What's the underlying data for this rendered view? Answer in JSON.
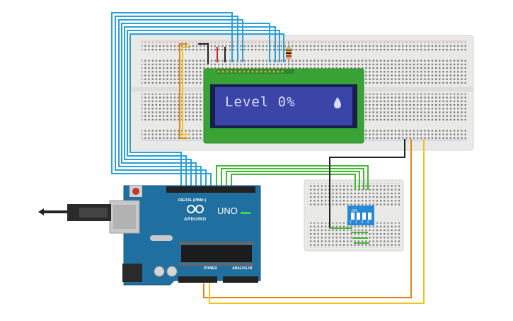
{
  "lcd": {
    "text": "Level 0%",
    "icon": "water-drop-icon",
    "backlight": "#3b45a8"
  },
  "arduino": {
    "model": "UNO",
    "brand": "ARDUINO",
    "header_digital": "DIGITAL (PWM~)",
    "header_power": "POWER",
    "header_analog": "ANALOG IN"
  },
  "dip_switch": {
    "label": "ON",
    "positions": "1 2 3 4"
  },
  "colors": {
    "breadboard": "#e8e8e6",
    "arduino_board": "#1f6fa0",
    "lcd_pcb": "#3aa336",
    "wire_blue": "#2aa0d8",
    "wire_green": "#44b832",
    "wire_orange": "#e8860c",
    "wire_yellow": "#f1c21a",
    "wire_black": "#222222",
    "wire_red": "#d6221e",
    "dip_body": "#2688d6"
  }
}
